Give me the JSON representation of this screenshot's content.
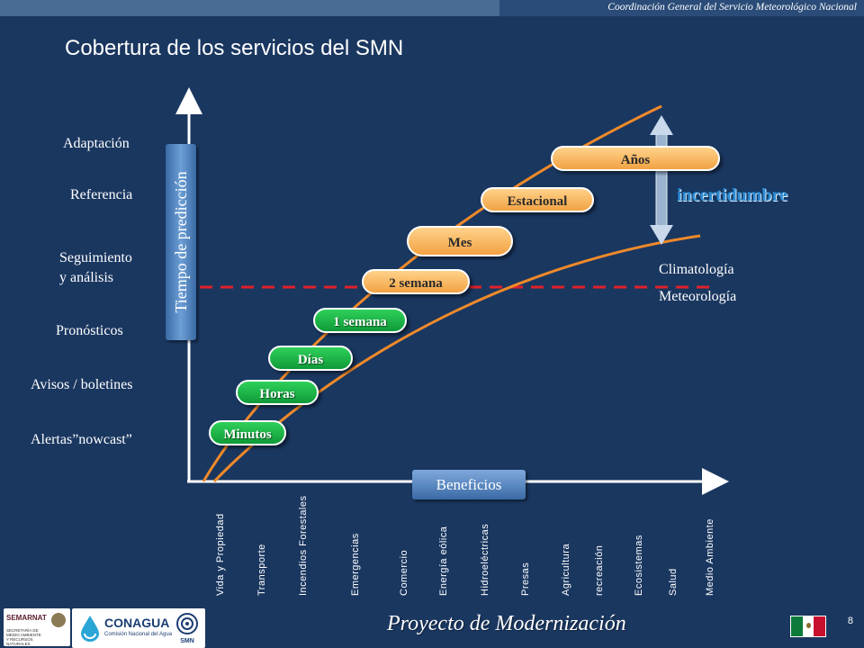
{
  "header": {
    "organization": "Coordinación General del Servicio Meteorológico Nacional"
  },
  "title": "Cobertura de los servicios del SMN",
  "levels": [
    {
      "label": "Adaptación"
    },
    {
      "label": "Referencia"
    },
    {
      "label": "Seguimiento\ny análisis"
    },
    {
      "label": "Pronósticos"
    },
    {
      "label": "Avisos / boletines"
    },
    {
      "label": "Alertas”nowcast”"
    }
  ],
  "y_axis_label": "Tiempo de predicción",
  "x_axis_label": "Beneficios",
  "timescales": [
    {
      "label": "Minutos",
      "style": "green"
    },
    {
      "label": "Horas",
      "style": "green"
    },
    {
      "label": "Días",
      "style": "green"
    },
    {
      "label": "1 semana",
      "style": "green"
    },
    {
      "label": "2 semana",
      "style": "orange"
    },
    {
      "label": "Mes",
      "style": "orange"
    },
    {
      "label": "Estacional",
      "style": "orange"
    },
    {
      "label": "Años",
      "style": "orange"
    }
  ],
  "uncertainty_label": "incertidumbre",
  "boundary_labels": {
    "upper": "Climatología",
    "lower": "Meteorología"
  },
  "benefits": [
    "Vida y Propiedad",
    "Transporte",
    "Incendios Forestales",
    "Emergencias",
    "Comercio",
    "Energía eólica",
    "Hidroeléctricas",
    "Presas",
    "Agricultura",
    "recreación",
    "Ecosistemas",
    "Salud",
    "Medio Ambiente"
  ],
  "footer": {
    "project": "Proyecto de Modernización",
    "page": "8",
    "logos": {
      "semarnat": "SEMARNAT",
      "semarnat_sub": "SECRETARÍA DE MEDIO AMBIENTE Y RECURSOS NATURALES",
      "conagua": "CONAGUA",
      "conagua_sub": "Comisión Nacional del Agua",
      "smn": "SMN"
    }
  },
  "colors": {
    "background": "#1a3760",
    "axis": "#ffffff",
    "curve": "#f08a2a",
    "dashed_line": "#e0202a",
    "green_pill": "#18b043",
    "orange_pill": "#f7b866",
    "uncertainty": "#2f8cd2"
  }
}
